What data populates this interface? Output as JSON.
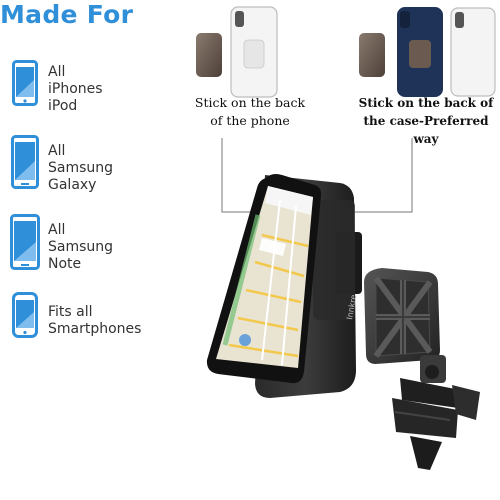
{
  "header": {
    "title": "Made For"
  },
  "devices": [
    {
      "icon": "iphone-icon",
      "label": "All\niPhones\niPod"
    },
    {
      "icon": "samsung-galaxy-icon",
      "label": "All\nSamsung\nGalaxy"
    },
    {
      "icon": "samsung-note-icon",
      "label": "All\nSamsung\nNote"
    },
    {
      "icon": "smartphone-icon",
      "label": "Fits all\nSmartphones"
    }
  ],
  "options": [
    {
      "caption": "Stick on the back\nof the phone",
      "preferred": false
    },
    {
      "caption": "Stick on the back of\nthe case-Preferred way",
      "preferred": true
    }
  ],
  "product": {
    "brand": "Innkre"
  },
  "colors": {
    "accent": "#2f8fd8",
    "case_blue": "#1f3358",
    "plate": "#6a5a50"
  }
}
